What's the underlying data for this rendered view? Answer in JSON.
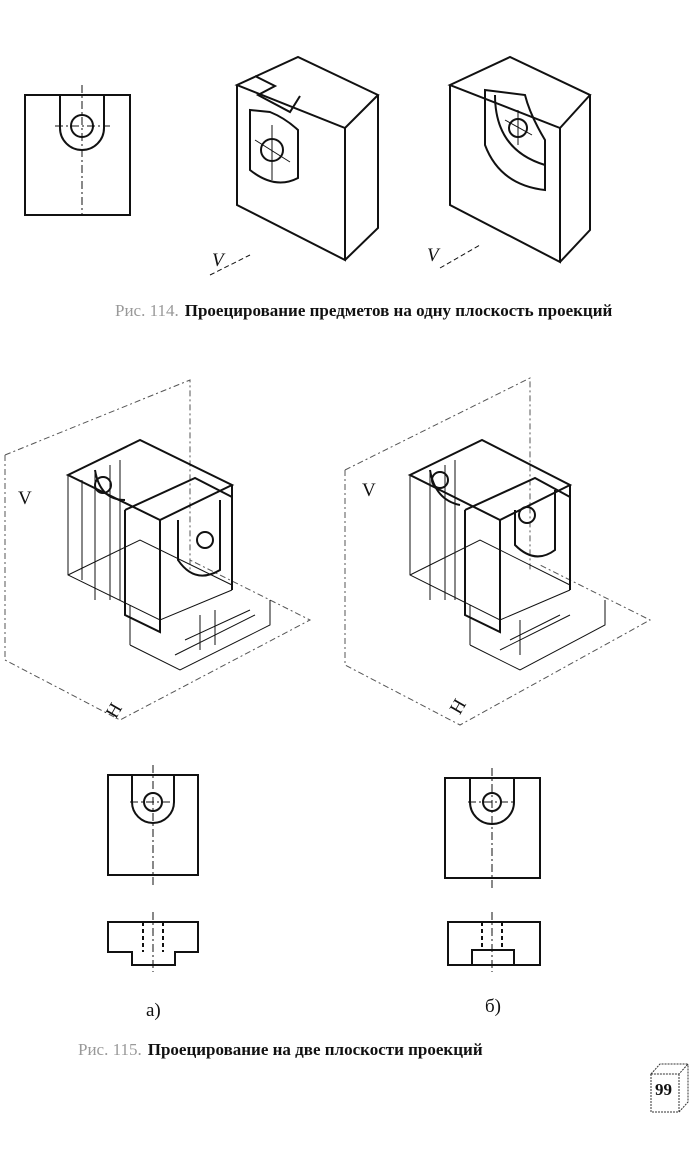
{
  "figure114": {
    "number": "Рис. 114.",
    "caption": "Проецирование предметов на одну плоскость проекций",
    "plane_labels": [
      "V",
      "V"
    ]
  },
  "figure115": {
    "number": "Рис. 115.",
    "caption": "Проецирование на две плоскости проекций",
    "plane_labels": {
      "a_v": "V",
      "a_h": "H",
      "b_v": "V",
      "b_h": "H"
    },
    "sub_labels": [
      "а)",
      "б)"
    ]
  },
  "page_number": "99"
}
